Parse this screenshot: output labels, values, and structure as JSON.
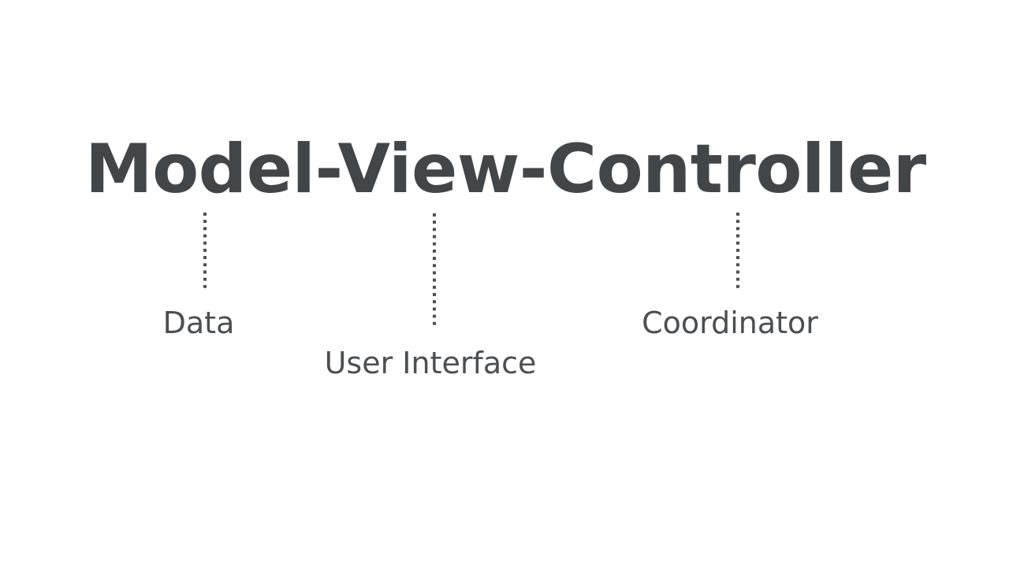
{
  "slide": {
    "background_color": "#ffffff",
    "title": {
      "text": "Model-View-Controller",
      "color": "#434649"
    },
    "annotation_color": "#4a4d50",
    "label_color": "#4c4f52",
    "components": [
      {
        "term": "Model",
        "label": "Data",
        "connector": "dotted-vertical-line"
      },
      {
        "term": "View",
        "label": "User Interface",
        "connector": "dotted-vertical-line"
      },
      {
        "term": "Controller",
        "label": "Coordinator",
        "connector": "dotted-vertical-line"
      }
    ]
  }
}
